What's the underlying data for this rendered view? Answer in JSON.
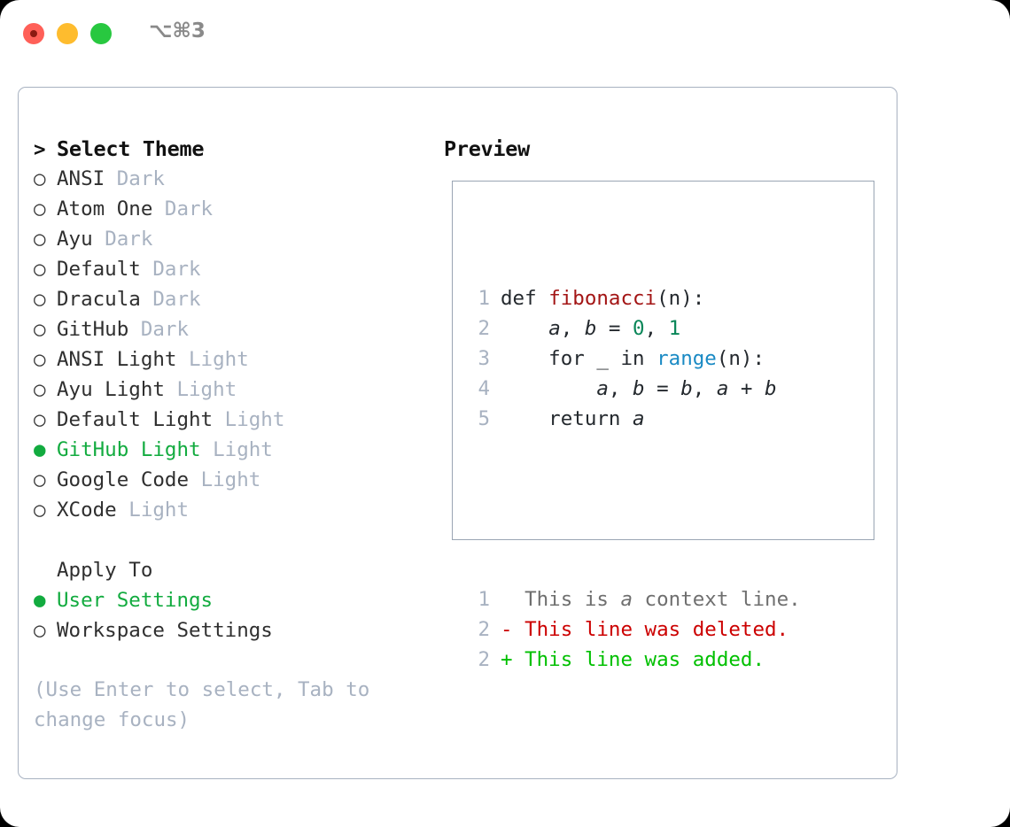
{
  "titlebar": {
    "shortcut": "⌥⌘3",
    "lights": [
      "close-red",
      "minimize-yellow",
      "maximize-green"
    ]
  },
  "theme_picker": {
    "header_marker": ">",
    "header_label": "Select Theme",
    "marker_selected": "●",
    "marker_unselected": "○",
    "items": [
      {
        "name": "ANSI",
        "tag": "Dark",
        "selected": false
      },
      {
        "name": "Atom One",
        "tag": "Dark",
        "selected": false
      },
      {
        "name": "Ayu",
        "tag": "Dark",
        "selected": false
      },
      {
        "name": "Default",
        "tag": "Dark",
        "selected": false
      },
      {
        "name": "Dracula",
        "tag": "Dark",
        "selected": false
      },
      {
        "name": "GitHub",
        "tag": "Dark",
        "selected": false
      },
      {
        "name": "ANSI Light",
        "tag": "Light",
        "selected": false
      },
      {
        "name": "Ayu Light",
        "tag": "Light",
        "selected": false
      },
      {
        "name": "Default Light",
        "tag": "Light",
        "selected": false
      },
      {
        "name": "GitHub Light",
        "tag": "Light",
        "selected": true
      },
      {
        "name": "Google Code",
        "tag": "Light",
        "selected": false
      },
      {
        "name": "XCode",
        "tag": "Light",
        "selected": false
      }
    ]
  },
  "apply_to": {
    "header_label": "Apply To",
    "options": [
      {
        "label": "User Settings",
        "selected": true
      },
      {
        "label": "Workspace Settings",
        "selected": false
      }
    ]
  },
  "hint": {
    "line1": "(Use Enter to select, Tab to",
    "line2": "change focus)"
  },
  "preview": {
    "title": "Preview",
    "code_lines": [
      {
        "no": "1",
        "tokens": [
          {
            "t": "def ",
            "c": "plain"
          },
          {
            "t": "fibonacci",
            "c": "fn"
          },
          {
            "t": "(n):",
            "c": "plain"
          }
        ]
      },
      {
        "no": "2",
        "tokens": [
          {
            "t": "    ",
            "c": "plain"
          },
          {
            "t": "a",
            "c": "var"
          },
          {
            "t": ", ",
            "c": "plain"
          },
          {
            "t": "b",
            "c": "var"
          },
          {
            "t": " = ",
            "c": "plain"
          },
          {
            "t": "0",
            "c": "num"
          },
          {
            "t": ", ",
            "c": "plain"
          },
          {
            "t": "1",
            "c": "num"
          }
        ]
      },
      {
        "no": "3",
        "tokens": [
          {
            "t": "    for _ in ",
            "c": "plain"
          },
          {
            "t": "range",
            "c": "builtin"
          },
          {
            "t": "(n):",
            "c": "plain"
          }
        ]
      },
      {
        "no": "4",
        "tokens": [
          {
            "t": "        ",
            "c": "plain"
          },
          {
            "t": "a",
            "c": "var"
          },
          {
            "t": ", ",
            "c": "plain"
          },
          {
            "t": "b",
            "c": "var"
          },
          {
            "t": " = ",
            "c": "plain"
          },
          {
            "t": "b",
            "c": "var"
          },
          {
            "t": ", ",
            "c": "plain"
          },
          {
            "t": "a",
            "c": "var"
          },
          {
            "t": " + ",
            "c": "plain"
          },
          {
            "t": "b",
            "c": "var"
          }
        ]
      },
      {
        "no": "5",
        "tokens": [
          {
            "t": "    return ",
            "c": "plain"
          },
          {
            "t": "a",
            "c": "var"
          }
        ]
      }
    ],
    "diff_lines": [
      {
        "no": "1",
        "tokens": [
          {
            "t": "  This is ",
            "c": "ctx"
          },
          {
            "t": "a",
            "c": "ctx-var"
          },
          {
            "t": " context line.",
            "c": "ctx"
          }
        ]
      },
      {
        "no": "2",
        "tokens": [
          {
            "t": "- This line was deleted.",
            "c": "del"
          }
        ]
      },
      {
        "no": "2",
        "tokens": [
          {
            "t": "+ This line was added.",
            "c": "add"
          }
        ]
      }
    ]
  },
  "colors": {
    "selected_green": "#12ab3f",
    "tag_gray": "#a8b2c1",
    "border": "#a8b2c1",
    "fn_red": "#a31515",
    "num_teal": "#098658",
    "builtin_blue": "#1a8ac4",
    "diff_del": "#cc0000",
    "diff_add": "#00c000"
  }
}
